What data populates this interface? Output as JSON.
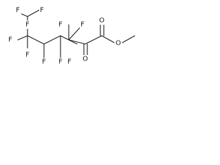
{
  "molecule": {
    "atoms": {
      "f_top_left": "F",
      "f_top_right": "F",
      "f_left_end": "F",
      "f_c5_upper": "F",
      "f_c4_left": "F",
      "f_c4_right": "F",
      "f_c3_left": "F",
      "f_c3_right": "F",
      "f_c2_upper": "F",
      "f_c2_right": "F",
      "o_ketone": "O",
      "o_carbonyl": "O",
      "o_ester": "O"
    }
  }
}
